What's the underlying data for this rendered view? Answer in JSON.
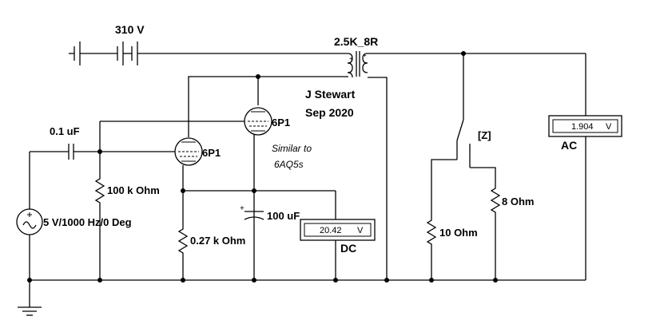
{
  "battery": {
    "label": "310 V"
  },
  "transformer": {
    "label": "2.5K_8R"
  },
  "author": {
    "name": "J Stewart",
    "date": "Sep 2020"
  },
  "tube_upper": {
    "label": "6P1"
  },
  "tube_lower": {
    "label": "6P1"
  },
  "note": {
    "line1": "Similar to",
    "line2": "6AQ5s"
  },
  "coupling_cap": {
    "label": "0.1 uF"
  },
  "grid_resistor": {
    "label": "100 k Ohm"
  },
  "source": {
    "label": "5 V/1000 Hz/0 Deg"
  },
  "cathode_resistor": {
    "label": "0.27 k Ohm"
  },
  "cathode_cap": {
    "label": "100 uF"
  },
  "dc_meter": {
    "value": "20.42",
    "unit": "V",
    "label": "DC"
  },
  "ac_meter": {
    "value": "1.904",
    "unit": "V",
    "label": "AC"
  },
  "switch": {
    "key": "[Z]"
  },
  "load_10": {
    "label": "10  Ohm"
  },
  "load_8": {
    "label": "8  Ohm"
  }
}
